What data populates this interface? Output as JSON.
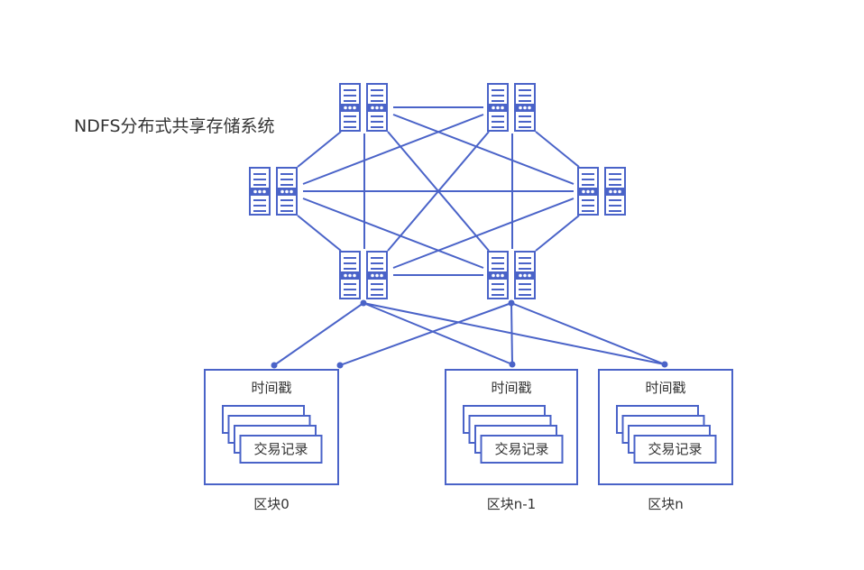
{
  "title": "NDFS分布式共享存储系统",
  "colors": {
    "line": "#4a63c8",
    "text": "#333333",
    "background": "#ffffff"
  },
  "servers": [
    {
      "id": "top-left",
      "icon": "server-rack-icon"
    },
    {
      "id": "top-right",
      "icon": "server-rack-icon"
    },
    {
      "id": "mid-left",
      "icon": "server-rack-icon"
    },
    {
      "id": "mid-right",
      "icon": "server-rack-icon"
    },
    {
      "id": "bottom-left",
      "icon": "server-rack-icon"
    },
    {
      "id": "bottom-right",
      "icon": "server-rack-icon"
    }
  ],
  "mesh_links": [
    [
      "top-left",
      "top-right"
    ],
    [
      "top-left",
      "mid-left"
    ],
    [
      "top-left",
      "bottom-left"
    ],
    [
      "top-left",
      "bottom-right"
    ],
    [
      "top-left",
      "mid-right"
    ],
    [
      "top-right",
      "mid-right"
    ],
    [
      "top-right",
      "bottom-right"
    ],
    [
      "top-right",
      "bottom-left"
    ],
    [
      "top-right",
      "mid-left"
    ],
    [
      "mid-left",
      "mid-right"
    ],
    [
      "mid-left",
      "bottom-left"
    ],
    [
      "mid-left",
      "bottom-right"
    ],
    [
      "mid-right",
      "bottom-left"
    ],
    [
      "mid-right",
      "bottom-right"
    ],
    [
      "bottom-left",
      "bottom-right"
    ]
  ],
  "block_links": [
    [
      "bottom-left",
      "block0-a"
    ],
    [
      "bottom-left",
      "block1-a"
    ],
    [
      "bottom-left",
      "block2-a"
    ],
    [
      "bottom-right",
      "block0-b"
    ],
    [
      "bottom-right",
      "block1-a"
    ],
    [
      "bottom-right",
      "block2-a"
    ]
  ],
  "blocks": [
    {
      "id": "block0",
      "timestamp_label": "时间戳",
      "record_label": "交易记录",
      "caption": "区块0"
    },
    {
      "id": "block1",
      "timestamp_label": "时间戳",
      "record_label": "交易记录",
      "caption": "区块n-1"
    },
    {
      "id": "block2",
      "timestamp_label": "时间戳",
      "record_label": "交易记录",
      "caption": "区块n"
    }
  ]
}
